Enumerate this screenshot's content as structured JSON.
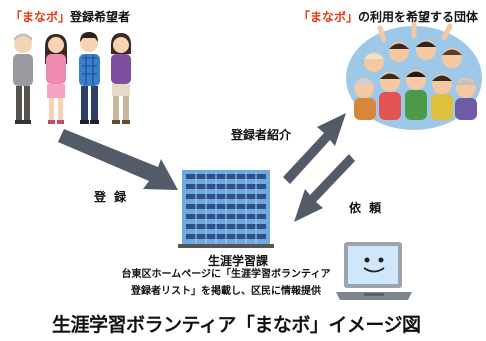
{
  "registrants": {
    "quote": "「まなボ」",
    "text": "登録希望者"
  },
  "organizations": {
    "quote": "「まなボ」",
    "text": "の利用を希望する団体"
  },
  "arrows": {
    "register": "登 録",
    "introduce": "登録者紹介",
    "request": "依 頼"
  },
  "office": {
    "name": "生涯学習課",
    "desc_line1": "台東区ホームページに「生涯学習ボランティア",
    "desc_line2": "登録者リスト」を掲載し、区民に情報提供"
  },
  "caption": "生涯学習ボランティア「まなボ」イメージ図",
  "colors": {
    "accent_quote": "#e53a12",
    "arrow": "#535b6b",
    "building": "#6fa9de",
    "sky": "#9dc8e8"
  }
}
